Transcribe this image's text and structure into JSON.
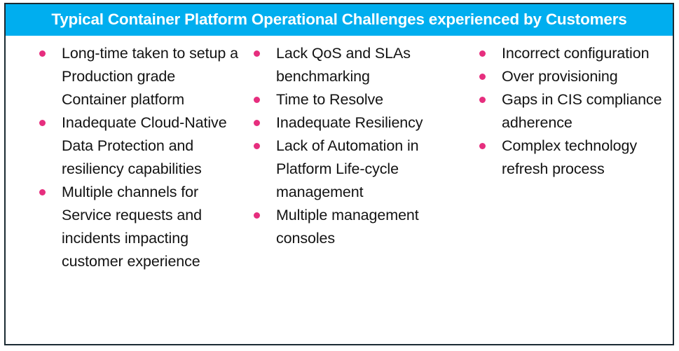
{
  "header": {
    "title": "Typical Container Platform Operational Challenges experienced by Customers",
    "background_color": "#00AEEF",
    "text_color": "#FFFFFF"
  },
  "theme": {
    "bullet_color": "#E62E7E",
    "body_text_color": "#131313",
    "border_color": "#1B2B33",
    "page_background": "#FFFFFF"
  },
  "columns": [
    {
      "name": "column-1",
      "items": [
        {
          "text": "Long-time taken to setup a Production grade\nContainer platform"
        },
        {
          "text": "Inadequate Cloud-Native Data Protection and resiliency capabilities"
        },
        {
          "text": "Multiple channels for Service requests and incidents impacting customer experience"
        }
      ]
    },
    {
      "name": "column-2",
      "items": [
        {
          "text": "Lack QoS and SLAs benchmarking"
        },
        {
          "text": "Time to Resolve"
        },
        {
          "text": "Inadequate Resiliency"
        },
        {
          "text": "Lack of Automation in Platform Life-cycle management"
        },
        {
          "text": "Multiple management consoles"
        }
      ]
    },
    {
      "name": "column-3",
      "items": [
        {
          "text": "Incorrect configuration"
        },
        {
          "text": "Over provisioning"
        },
        {
          "text": "Gaps in CIS compliance adherence"
        },
        {
          "text": "Complex technology refresh process"
        }
      ]
    }
  ]
}
